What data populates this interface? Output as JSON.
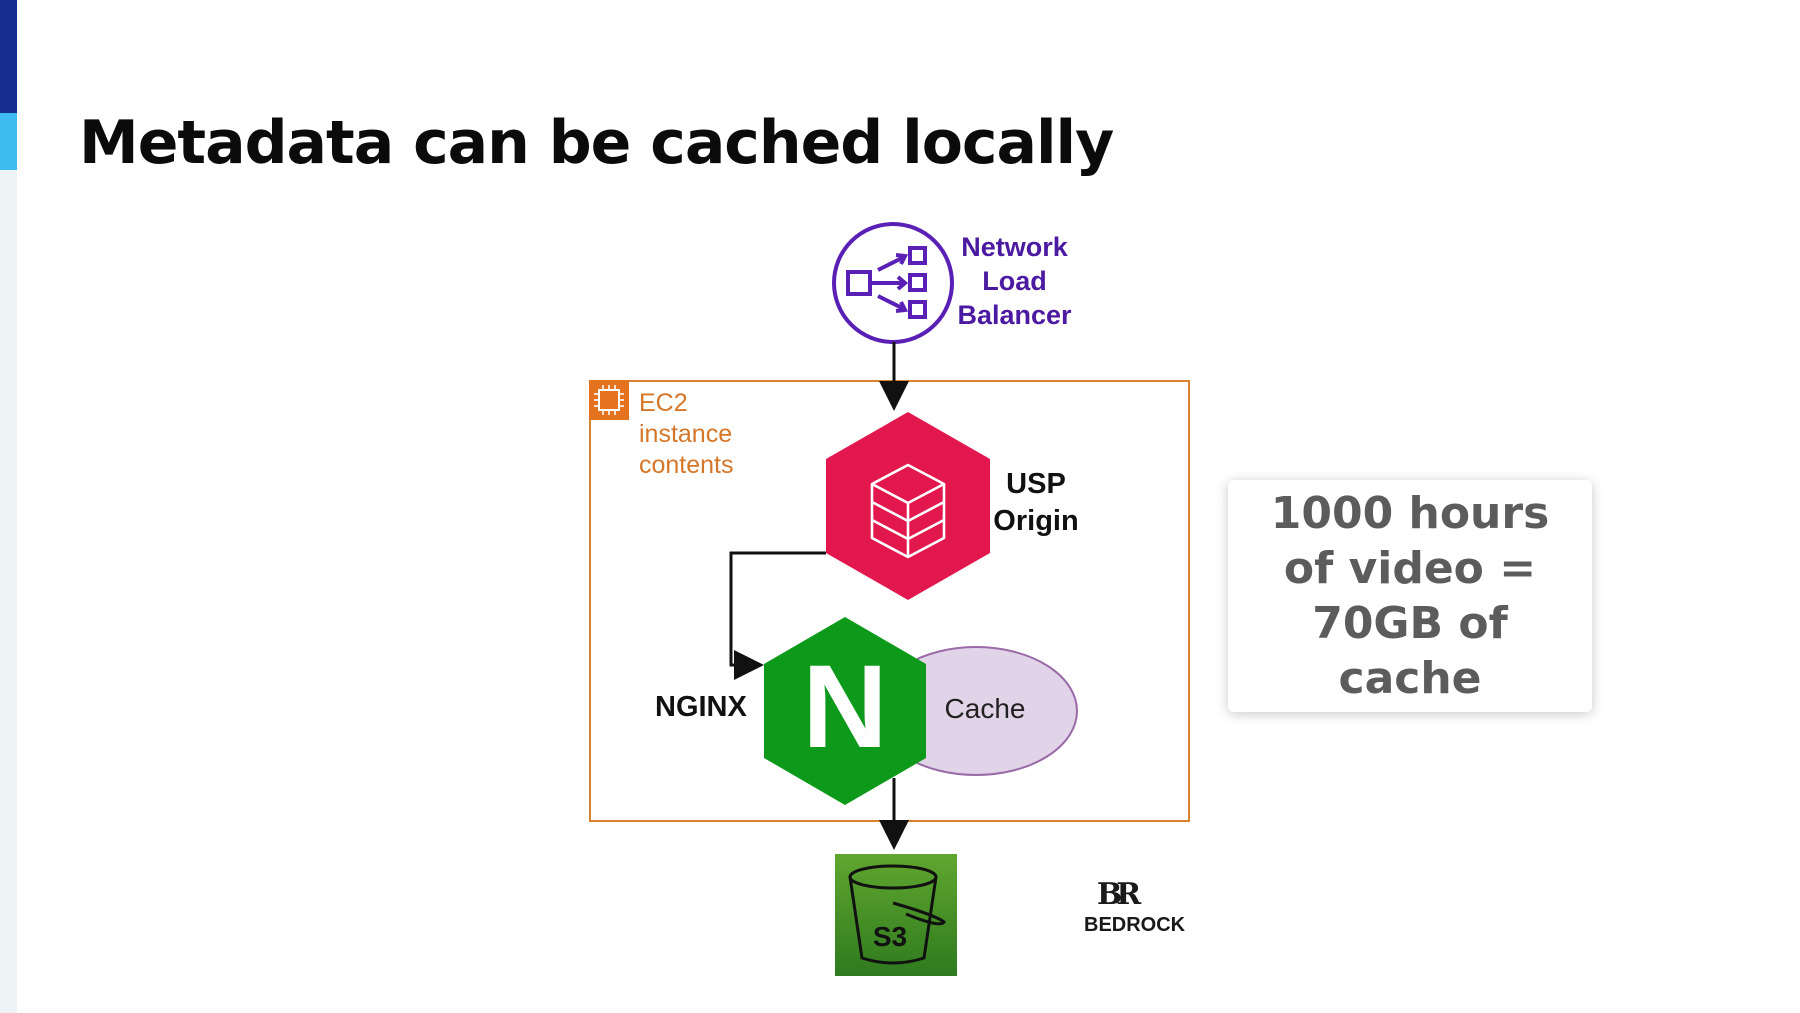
{
  "slide": {
    "title": "Metadata can be cached locally"
  },
  "diagram": {
    "nlb_label": "Network\nLoad\nBalancer",
    "ec2_label": "EC2\ninstance\ncontents",
    "usp_label": "USP\nOrigin",
    "nginx_label": "NGINX",
    "nginx_glyph": "N",
    "cache_label": "Cache",
    "s3_label": "S3"
  },
  "callout": {
    "text": "1000 hours of video = 70GB of cache"
  },
  "logo": {
    "mark": "BR",
    "name": "BEDROCK"
  },
  "colors": {
    "title": "#0b0b0b",
    "rail_dark": "#162f8f",
    "rail_light": "#3dbcf2",
    "nlb_purple": "#5a1fb5",
    "ec2_orange": "#e5721f",
    "usp_red": "#e2174d",
    "nginx_green": "#0d9a1a",
    "cache_fill": "#e2d4e8",
    "s3_green": "#3f8a24",
    "callout_text": "#5c5c5c"
  },
  "icons": {
    "nlb": "load-balancer-icon",
    "ec2": "chip-icon",
    "usp": "server-stack-icon",
    "s3": "bucket-icon"
  }
}
